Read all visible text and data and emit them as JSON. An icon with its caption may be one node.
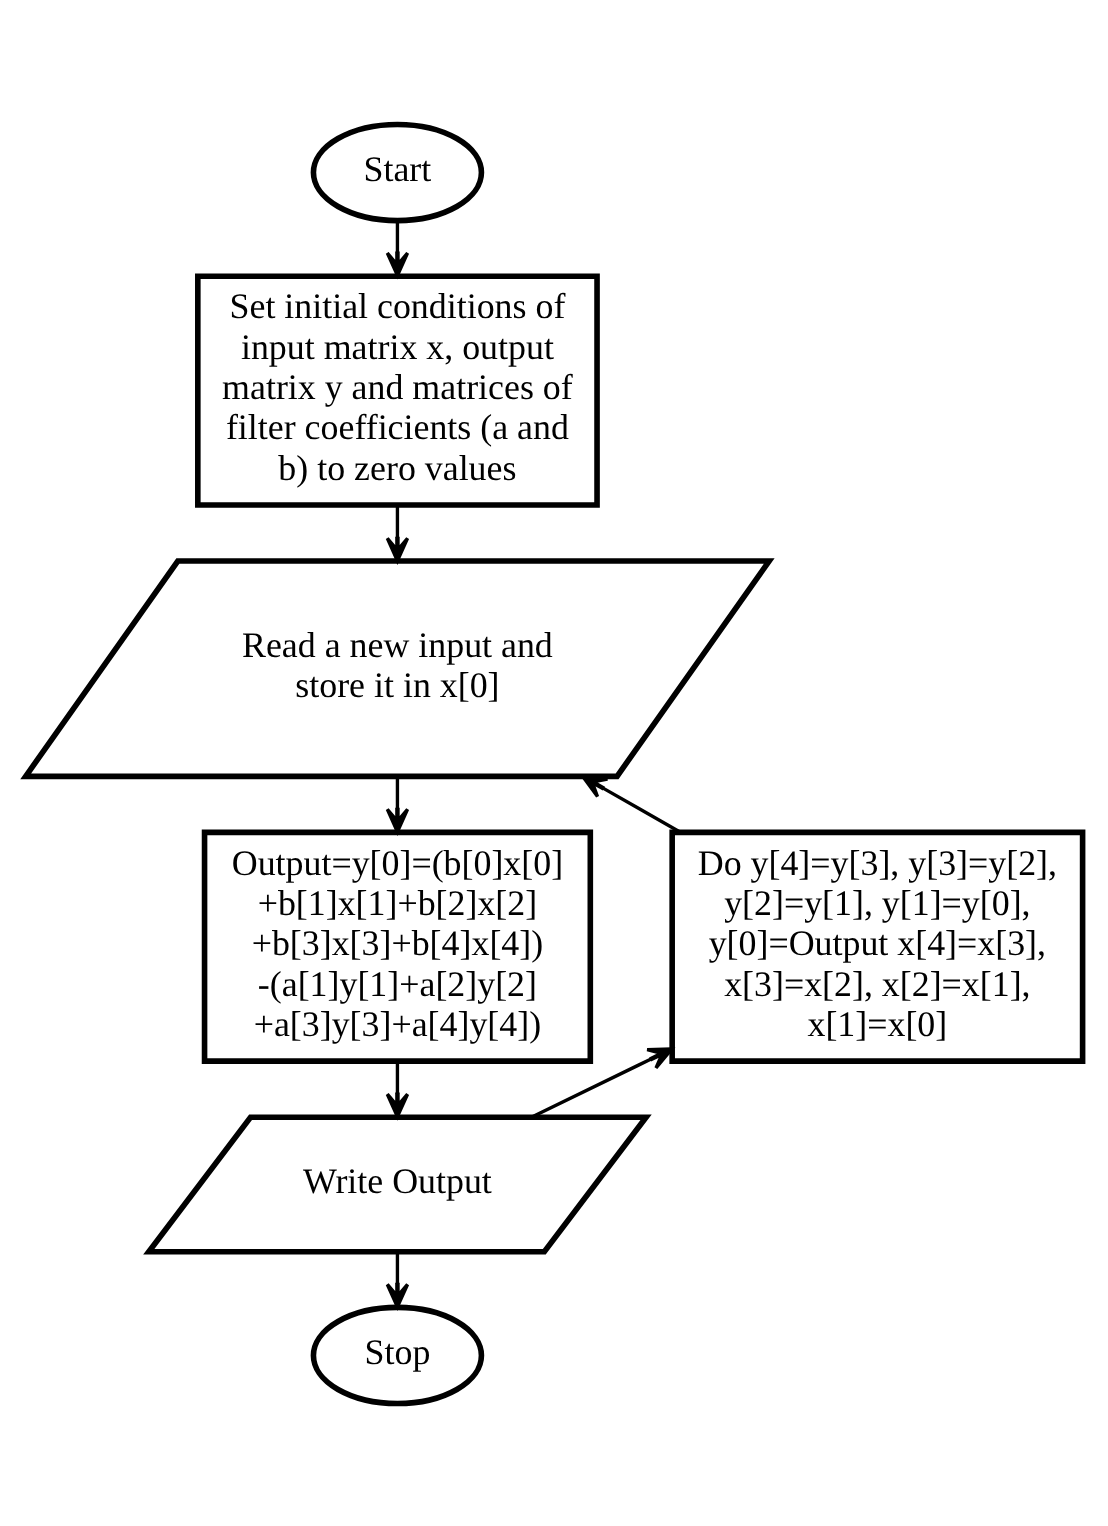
{
  "diagram": {
    "nodes": [
      {
        "text": [
          "Start"
        ]
      },
      {
        "text": [
          "Set initial conditions of input matrix x, output matrix y and matrices of filter coefficients (a and b) to zero values"
        ]
      },
      {
        "text": [
          "Read a new input and store it in x[0]"
        ]
      },
      {
        "text": [
          "Do y[4]=y[3], y[3]=y[2], y[2]=y[1], y[1]=y[0], y[0]=Output x[4]=x[3], x[3]=x[2], x[2]=x[1], x[1]=x[0]"
        ]
      },
      {
        "text": [
          "Output=y[0]=(b[0]x[0] +b[1]x[1]+b[2]x[2] +b[3]x[3]+b[4]x[4]) -(a[1]y[1]+a[2]y[2] +a[3]y[3]+a[4]y[4])"
        ]
      },
      {
        "text": [
          "Write Output"
        ]
      },
      {
        "text": [
          "Stop"
        ]
      }
    ],
    "edges": [
      {
        "from": 0,
        "to": 1,
        "arrow": "to"
      },
      {
        "from": 1,
        "to": 2,
        "arrow": "to"
      },
      {
        "from": 2,
        "to": 4,
        "arrow": "to"
      },
      {
        "from": 4,
        "to": 5,
        "arrow": "to"
      },
      {
        "from": 5,
        "to": 6,
        "arrow": "to"
      },
      {
        "from": 5,
        "to": 3,
        "arrow": "to"
      },
      {
        "from": 3,
        "to": 2,
        "arrow": "to"
      }
    ]
  }
}
